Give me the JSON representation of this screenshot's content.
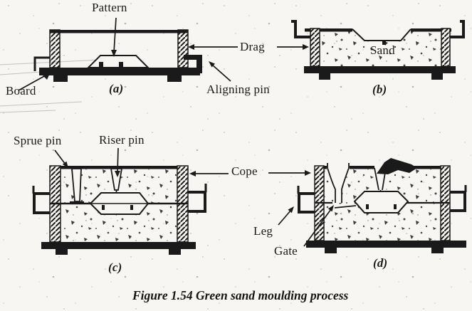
{
  "figure": {
    "caption": "Figure 1.54 Green sand moulding process",
    "panel_letters": {
      "a": "(a)",
      "b": "(b)",
      "c": "(c)",
      "d": "(d)"
    },
    "labels": {
      "pattern": "Pattern",
      "board": "Board",
      "aligning_pin": "Aligning pin",
      "drag": "Drag",
      "sand": "Sand",
      "sprue_pin": "Sprue pin",
      "riser_pin": "Riser pin",
      "cope": "Cope",
      "leg": "Leg",
      "gate": "Gate"
    },
    "colors": {
      "ink": "#1a1a1a",
      "paper": "#f7f6f2"
    }
  }
}
